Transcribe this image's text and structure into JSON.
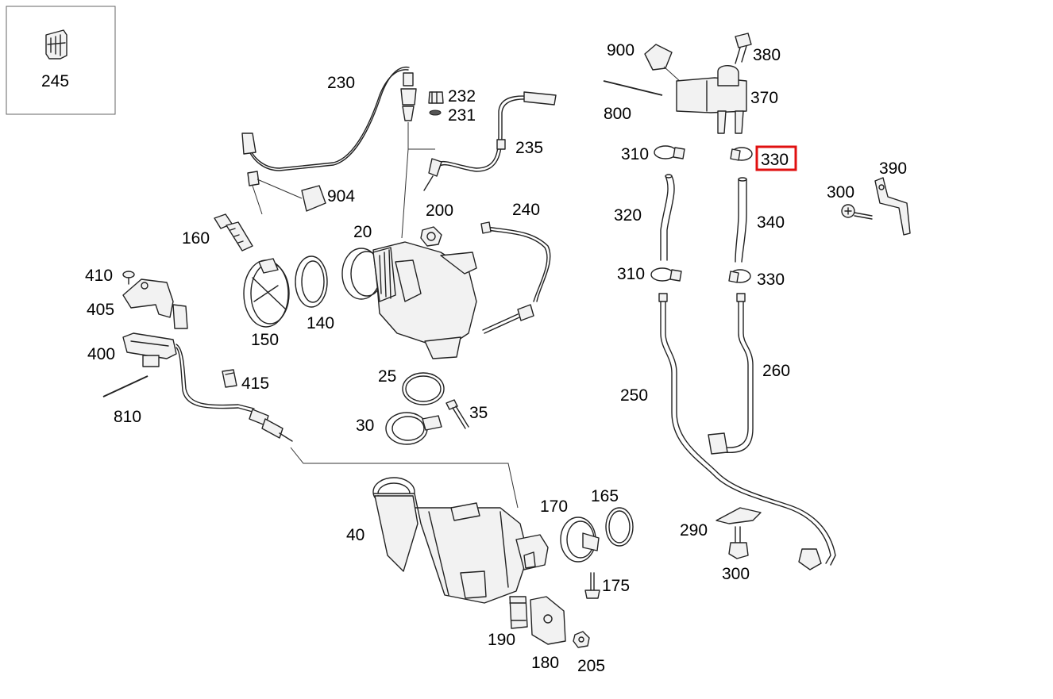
{
  "highlighted_callout": "330",
  "highlight_color": "#e01010",
  "callouts": {
    "c245": "245",
    "c230": "230",
    "c232": "232",
    "c231": "231",
    "c235": "235",
    "c904": "904",
    "c160": "160",
    "c200": "200",
    "c240": "240",
    "c20": "20",
    "c150": "150",
    "c140": "140",
    "c410": "410",
    "c405": "405",
    "c400": "400",
    "c810": "810",
    "c415": "415",
    "c25": "25",
    "c30": "30",
    "c35": "35",
    "c40": "40",
    "c170": "170",
    "c165": "165",
    "c175": "175",
    "c190": "190",
    "c180": "180",
    "c205": "205",
    "c900": "900",
    "c380": "380",
    "c370": "370",
    "c800": "800",
    "c310a": "310",
    "c330a": "330",
    "c390": "390",
    "c300a": "300",
    "c320": "320",
    "c340": "340",
    "c310b": "310",
    "c330b": "330",
    "c250": "250",
    "c260": "260",
    "c290": "290",
    "c300b": "300"
  }
}
